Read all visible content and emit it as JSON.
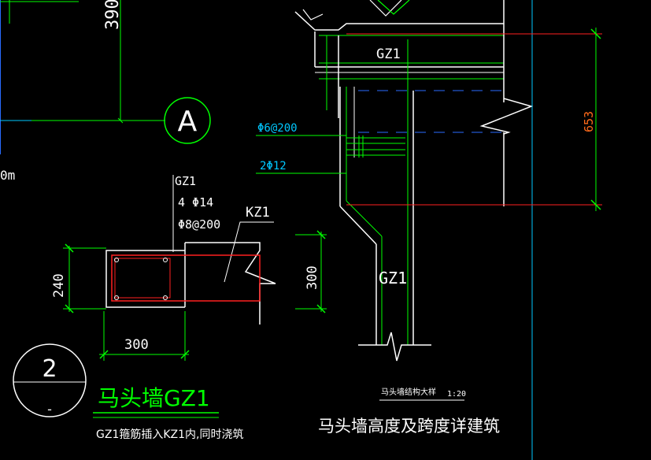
{
  "colors": {
    "white": "#ffffff",
    "green": "#00ff00",
    "cyan": "#00c8ff",
    "blue": "#2a6cff",
    "red": "#ff2020",
    "orange": "#ff6a1a"
  },
  "labels": {
    "top_dim_390": "390",
    "axis_bubble_a": "A",
    "unit_fragment": "0m",
    "gz1_top": "GZ1",
    "rebar_phi6": "Φ6@200",
    "rebar_2phi12": "2Φ12",
    "dim_653": "653",
    "gz1_mid": "GZ1",
    "section_gz1": "GZ1",
    "section_4phi14": "4 Φ14",
    "section_phi8": "Φ8@200",
    "section_kz1": "KZ1",
    "dim_240": "240",
    "dim_300_h": "300",
    "dim_300_v": "300",
    "detail_number": "2",
    "detail_sheet": "-",
    "section_title": "马头墙GZ1",
    "section_note": "GZ1箍筋插入KZ1内,同时浇筑",
    "drawing_title_small": "马头墙结构大样",
    "drawing_scale": "1:20",
    "drawing_title_large": "马头墙高度及跨度详建筑"
  }
}
